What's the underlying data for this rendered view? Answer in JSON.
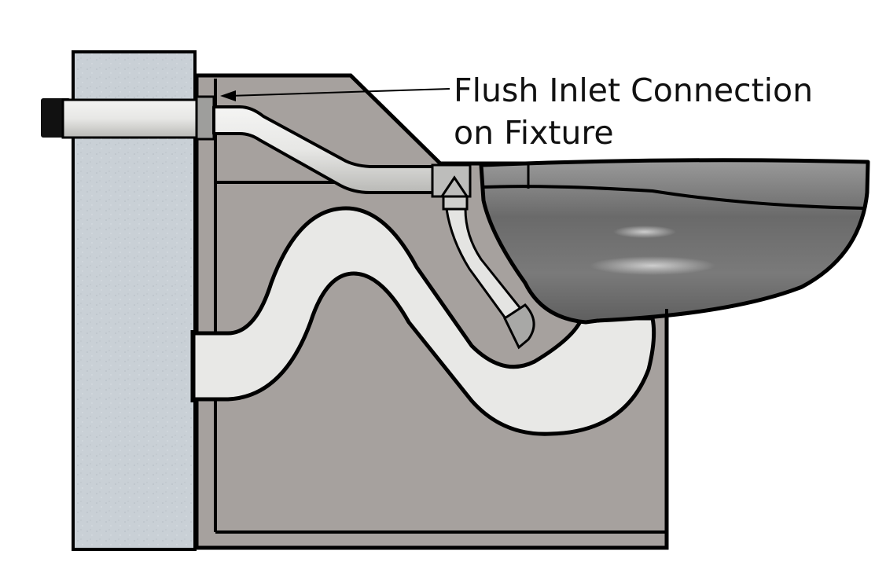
{
  "diagram": {
    "title": "Toilet fixture cross-section",
    "callouts": [
      {
        "line1": "Flush Inlet Connection",
        "line2": "on Fixture",
        "points_to": "flush-inlet-connection"
      }
    ],
    "components": [
      "wall",
      "supply-pipe",
      "flush-inlet-connection",
      "fixture-housing",
      "flush-pipe",
      "tee-fitting",
      "rinse-tube",
      "trap-pipe",
      "bowl"
    ],
    "colors": {
      "wall": "#c9d0d6",
      "housing": "#a6a19e",
      "pipe": "#e6e6e4",
      "bowl": "#6e6e6e",
      "outline": "#000000",
      "background": "#ffffff"
    }
  }
}
